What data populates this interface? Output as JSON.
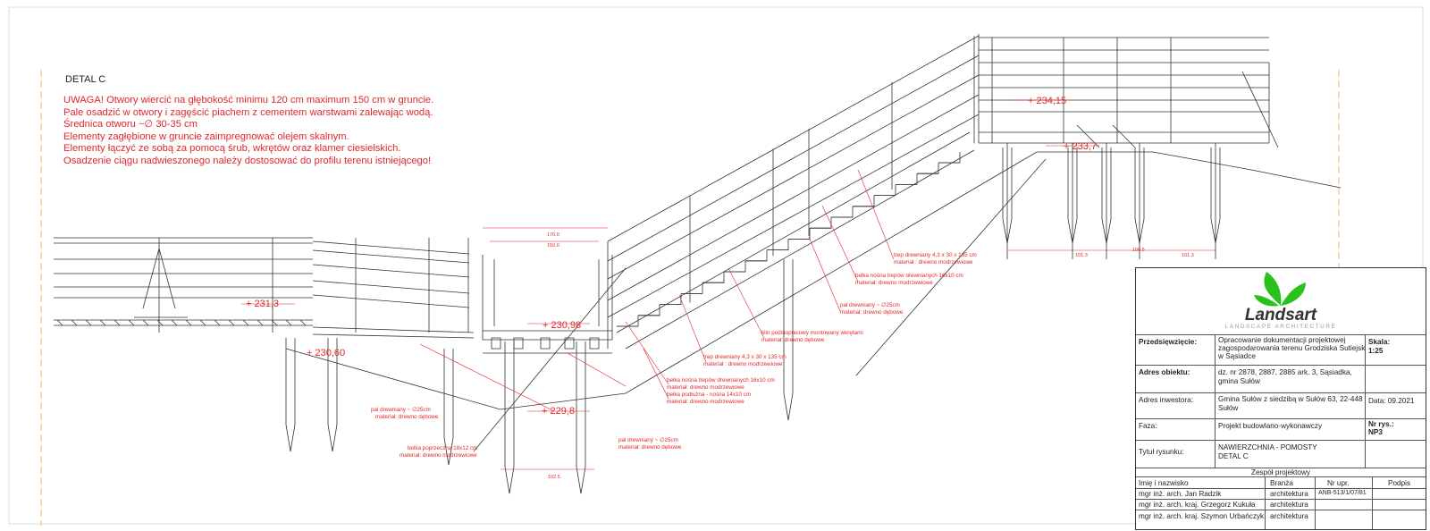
{
  "notes": {
    "title": "DETAL C",
    "lines": [
      "UWAGA! Otwory wiercić na głębokość minimu 120 cm maximum 150 cm w gruncie.",
      "Pale osadzić w otwory i zagęścić piachem z cementem warstwami zalewając wodą.",
      "Średnica otworu ~∅ 30-35 cm",
      "Elementy zagłębione w gruncie zaimpregnować olejem skalnym.",
      "Elementy łączyć ze sobą za pomocą śrub, wkrętów oraz klamer ciesielskich.",
      "Osadzenie ciągu nadwieszonego należy dostosować do profilu terenu istniejącego!"
    ]
  },
  "levels": {
    "l1": "+ 231,3",
    "l2": "+ 230,60",
    "l3": "+ 230,98",
    "l4": "+ 229,8",
    "l5": "+ 234,15",
    "l6": "+ 233,7"
  },
  "dimensions": {
    "d170": "170.0",
    "d150": "150.0",
    "d1025": "102.5",
    "d1013a": "101.3",
    "d1013b": "101.3",
    "d1005": "100.5"
  },
  "annotations": {
    "a1": [
      "pal drewniany ~ ∅25cm",
      "materiał: drewno dębowe"
    ],
    "a2": [
      "belka poprzeczna 18x12 cm",
      "materiał: drewno modrzewiowe"
    ],
    "a3": [
      "pal drewniany ~ ∅25cm",
      "materiał: drewno dębowe"
    ],
    "a4": [
      "belka nośna trepów drewnianych 16x10 cm",
      "materiał: drewno modrzewiowe"
    ],
    "a5": [
      "belka podłużna - nośna 14x10 cm",
      "materiał: drewno modrzewiowe"
    ],
    "a6": [
      "trep drewniany 4,3 x 30 x 135 cm",
      "materiał : drewno modrzewiowe"
    ],
    "a7": [
      "klin podstopnicowy montowany wkrętami",
      "materiał: drewno dębowe"
    ],
    "a8": [
      "pal drewniany ~ ∅25cm",
      "materiał: drewno dębowe"
    ],
    "a9": [
      "belka nośna trepów drewnianych 16x10 cm",
      "materiał: drewno modrzewiowe"
    ],
    "a10": [
      "trep drewniany 4,3 x 30 x 135 cm",
      "materiał : drewno modrzewiowe"
    ]
  },
  "titleblock": {
    "logo_text": "Landsart",
    "logo_sub": "LANDSCAPE ARCHITECTURE",
    "przedsiewziecie_label": "Przedsięwzięcie:",
    "przedsiewziecie_value": [
      "Opracowanie dokumentacji projektowej",
      "zagospodarowania terenu Grodziska Sutiejsk",
      "w Sąsiadce"
    ],
    "skala_label": "Skala:",
    "skala_value": "1:25",
    "adres_label": "Adres obiektu:",
    "adres_value": [
      "dz. nr 2878, 2887, 2885 ark. 3, Sąsiadka,",
      "gmina Sułów"
    ],
    "inwestor_label": "Adres inwestora:",
    "inwestor_value": [
      "Gmina Sułów z siedzibą w Sułów 63, 22-448",
      "Sułów"
    ],
    "data_label": "Data: 09.2021",
    "faza_label": "Faza:",
    "faza_value": "Projekt  budowlano-wykonawczy",
    "nr_rys_label": "Nr rys.:",
    "nr_rys_value": "NP3",
    "tytul_label": "Tytuł rysunku:",
    "tytul_value": [
      "NAWIERZCHNIA - POMOSTY",
      "DETAL C"
    ],
    "zespol_label": "Zespół projektowy",
    "col_name": "Imię i nazwisko",
    "col_branza": "Branża",
    "col_nr": "Nr upr.",
    "col_podpis": "Podpis",
    "team": [
      {
        "name": "mgr inż. arch. Jan Radzik",
        "branza": "architektura",
        "nr": "ANB-513/1/07/81"
      },
      {
        "name": "mgr inż. arch. kraj. Grzegorz Kukuła",
        "branza": "architektura",
        "nr": ""
      },
      {
        "name": "mgr inż. arch. kraj. Szymon Urbańczyk",
        "branza": "architektura",
        "nr": ""
      }
    ]
  }
}
